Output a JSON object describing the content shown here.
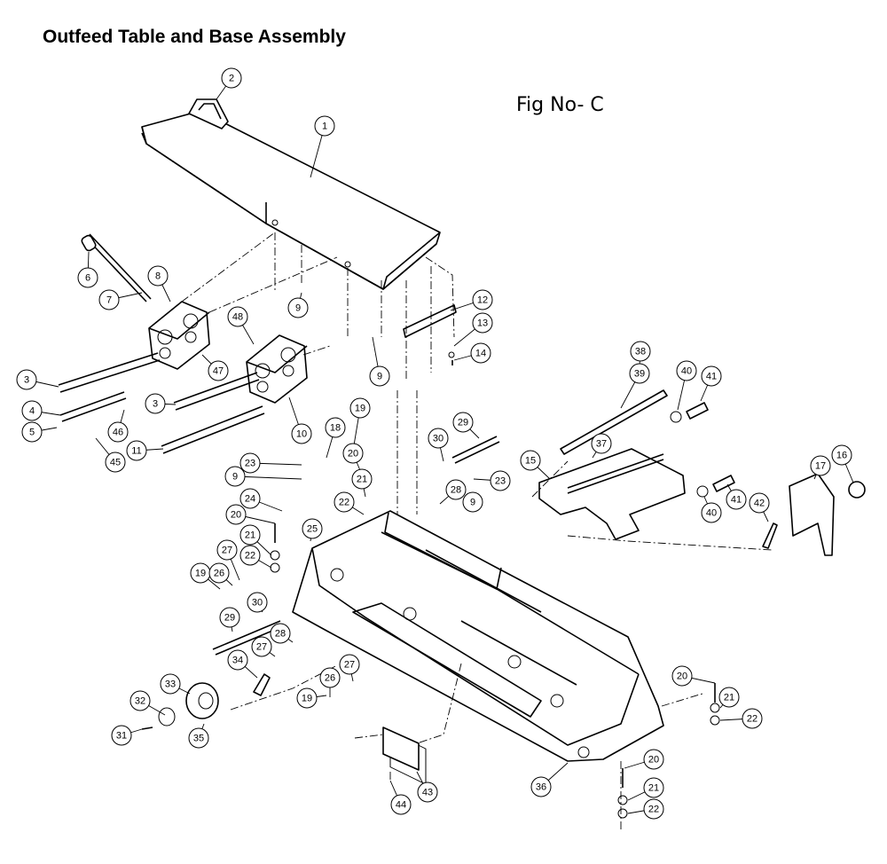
{
  "title": "Outfeed Table and Base Assembly",
  "figure_label": "Fig No- C",
  "callouts": [
    {
      "n": "1"
    },
    {
      "n": "2"
    },
    {
      "n": "3"
    },
    {
      "n": "3"
    },
    {
      "n": "4"
    },
    {
      "n": "5"
    },
    {
      "n": "6"
    },
    {
      "n": "7"
    },
    {
      "n": "8"
    },
    {
      "n": "9"
    },
    {
      "n": "9"
    },
    {
      "n": "9"
    },
    {
      "n": "9"
    },
    {
      "n": "10"
    },
    {
      "n": "11"
    },
    {
      "n": "12"
    },
    {
      "n": "13"
    },
    {
      "n": "14"
    },
    {
      "n": "15"
    },
    {
      "n": "16"
    },
    {
      "n": "17"
    },
    {
      "n": "18"
    },
    {
      "n": "19"
    },
    {
      "n": "19"
    },
    {
      "n": "19"
    },
    {
      "n": "20"
    },
    {
      "n": "20"
    },
    {
      "n": "20"
    },
    {
      "n": "20"
    },
    {
      "n": "21"
    },
    {
      "n": "21"
    },
    {
      "n": "21"
    },
    {
      "n": "21"
    },
    {
      "n": "22"
    },
    {
      "n": "22"
    },
    {
      "n": "22"
    },
    {
      "n": "22"
    },
    {
      "n": "23"
    },
    {
      "n": "23"
    },
    {
      "n": "24"
    },
    {
      "n": "25"
    },
    {
      "n": "26"
    },
    {
      "n": "26"
    },
    {
      "n": "27"
    },
    {
      "n": "27"
    },
    {
      "n": "27"
    },
    {
      "n": "28"
    },
    {
      "n": "28"
    },
    {
      "n": "29"
    },
    {
      "n": "29"
    },
    {
      "n": "30"
    },
    {
      "n": "30"
    },
    {
      "n": "31"
    },
    {
      "n": "32"
    },
    {
      "n": "33"
    },
    {
      "n": "34"
    },
    {
      "n": "35"
    },
    {
      "n": "36"
    },
    {
      "n": "37"
    },
    {
      "n": "38"
    },
    {
      "n": "39"
    },
    {
      "n": "40"
    },
    {
      "n": "40"
    },
    {
      "n": "41"
    },
    {
      "n": "41"
    },
    {
      "n": "42"
    },
    {
      "n": "43"
    },
    {
      "n": "44"
    },
    {
      "n": "45"
    },
    {
      "n": "46"
    },
    {
      "n": "47"
    },
    {
      "n": "48"
    }
  ]
}
